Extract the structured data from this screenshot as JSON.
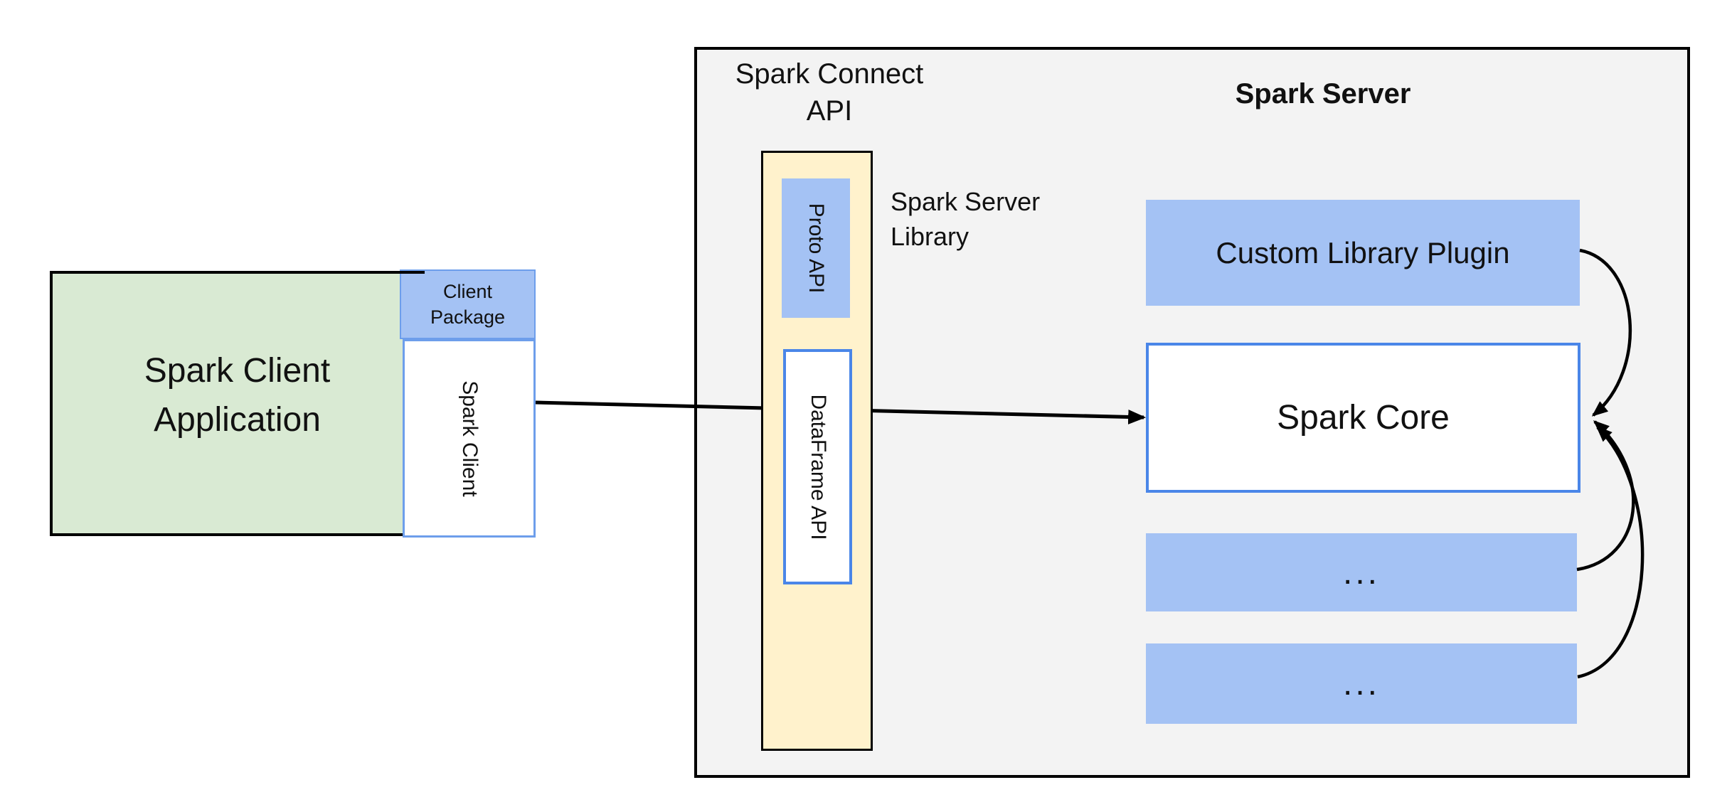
{
  "nodes": {
    "client_app": {
      "line1": "Spark Client",
      "line2": "Application"
    },
    "client_package": {
      "line1": "Client",
      "line2": "Package"
    },
    "spark_client": {
      "label": "Spark Client"
    },
    "connect_api": {
      "line1": "Spark Connect",
      "line2": "API"
    },
    "server_library": {
      "line1": "Spark Server",
      "line2": "Library"
    },
    "proto_api": {
      "label": "Proto API"
    },
    "dataframe_api": {
      "label": "DataFrame API"
    },
    "server_title": {
      "label": "Spark Server"
    },
    "custom_plugin": {
      "label": "Custom Library Plugin"
    },
    "spark_core": {
      "label": "Spark Core"
    },
    "placeholder_1": {
      "label": "..."
    },
    "placeholder_2": {
      "label": "..."
    }
  },
  "colors": {
    "client_app_fill": "#d9ead3",
    "accent_blue_fill": "#a4c2f4",
    "library_fill": "#fff2cc",
    "server_fill": "#f3f3f3",
    "strong_blue_border": "#4a86e8",
    "light_blue_border": "#6d9eeb",
    "outline": "#000000"
  }
}
